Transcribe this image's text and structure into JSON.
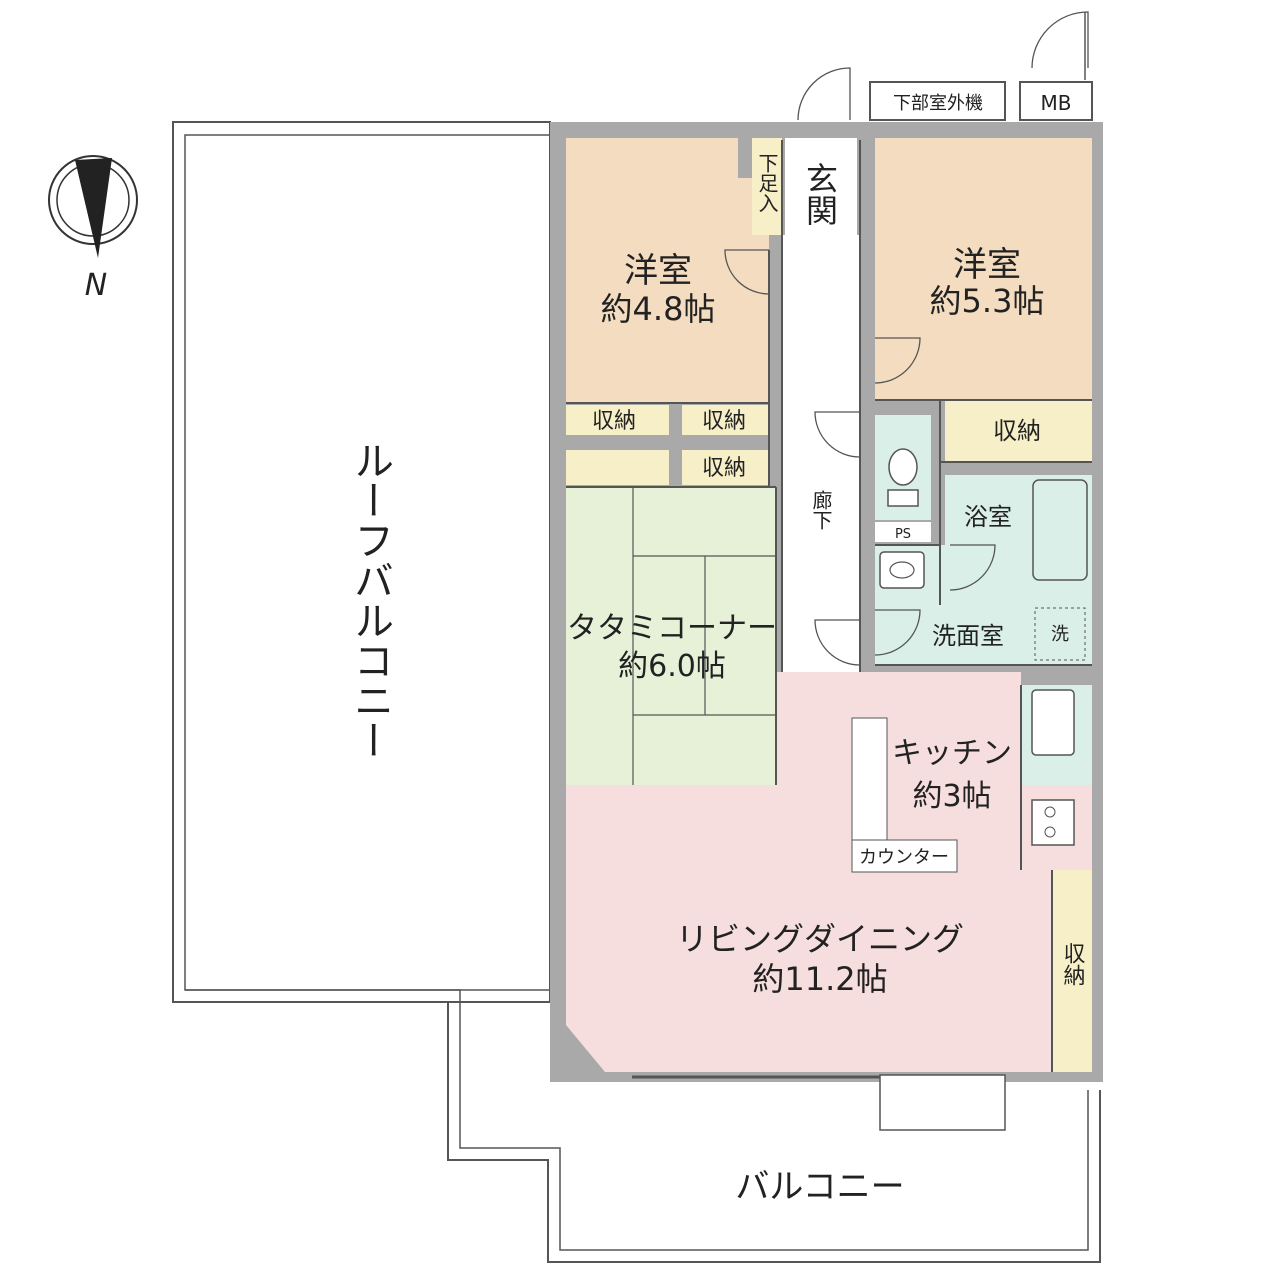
{
  "compass": {
    "north_label": "N"
  },
  "roof_balcony": {
    "label": "ルーフバルコニー"
  },
  "balcony": {
    "label": "バルコニー"
  },
  "entrance": {
    "label": "玄関",
    "shoe_closet": "下足入"
  },
  "outdoor_unit": {
    "label": "下部室外機"
  },
  "meter_box": {
    "label": "MB"
  },
  "western_room_1": {
    "name": "洋室",
    "size": "約4.8帖"
  },
  "western_room_2": {
    "name": "洋室",
    "size": "約5.3帖"
  },
  "storage_label": "収納",
  "hallway": {
    "label": "廊下"
  },
  "pipe_space": {
    "label": "PS"
  },
  "bathroom": {
    "label": "浴室"
  },
  "washroom": {
    "label": "洗面室"
  },
  "washer": {
    "label": "洗"
  },
  "tatami": {
    "name": "タタミコーナー",
    "size": "約6.0帖"
  },
  "kitchen": {
    "name": "キッチン",
    "size": "約3帖"
  },
  "counter": {
    "label": "カウンター"
  },
  "living": {
    "name": "リビングダイニング",
    "size": "約11.2帖"
  },
  "colors": {
    "western_room": "#f3dcc0",
    "storage": "#f7efc8",
    "tatami": "#e6f1d8",
    "water": "#d9efe8",
    "living": "#f7dede",
    "wall": "#a9a9a9",
    "line": "#333333"
  }
}
